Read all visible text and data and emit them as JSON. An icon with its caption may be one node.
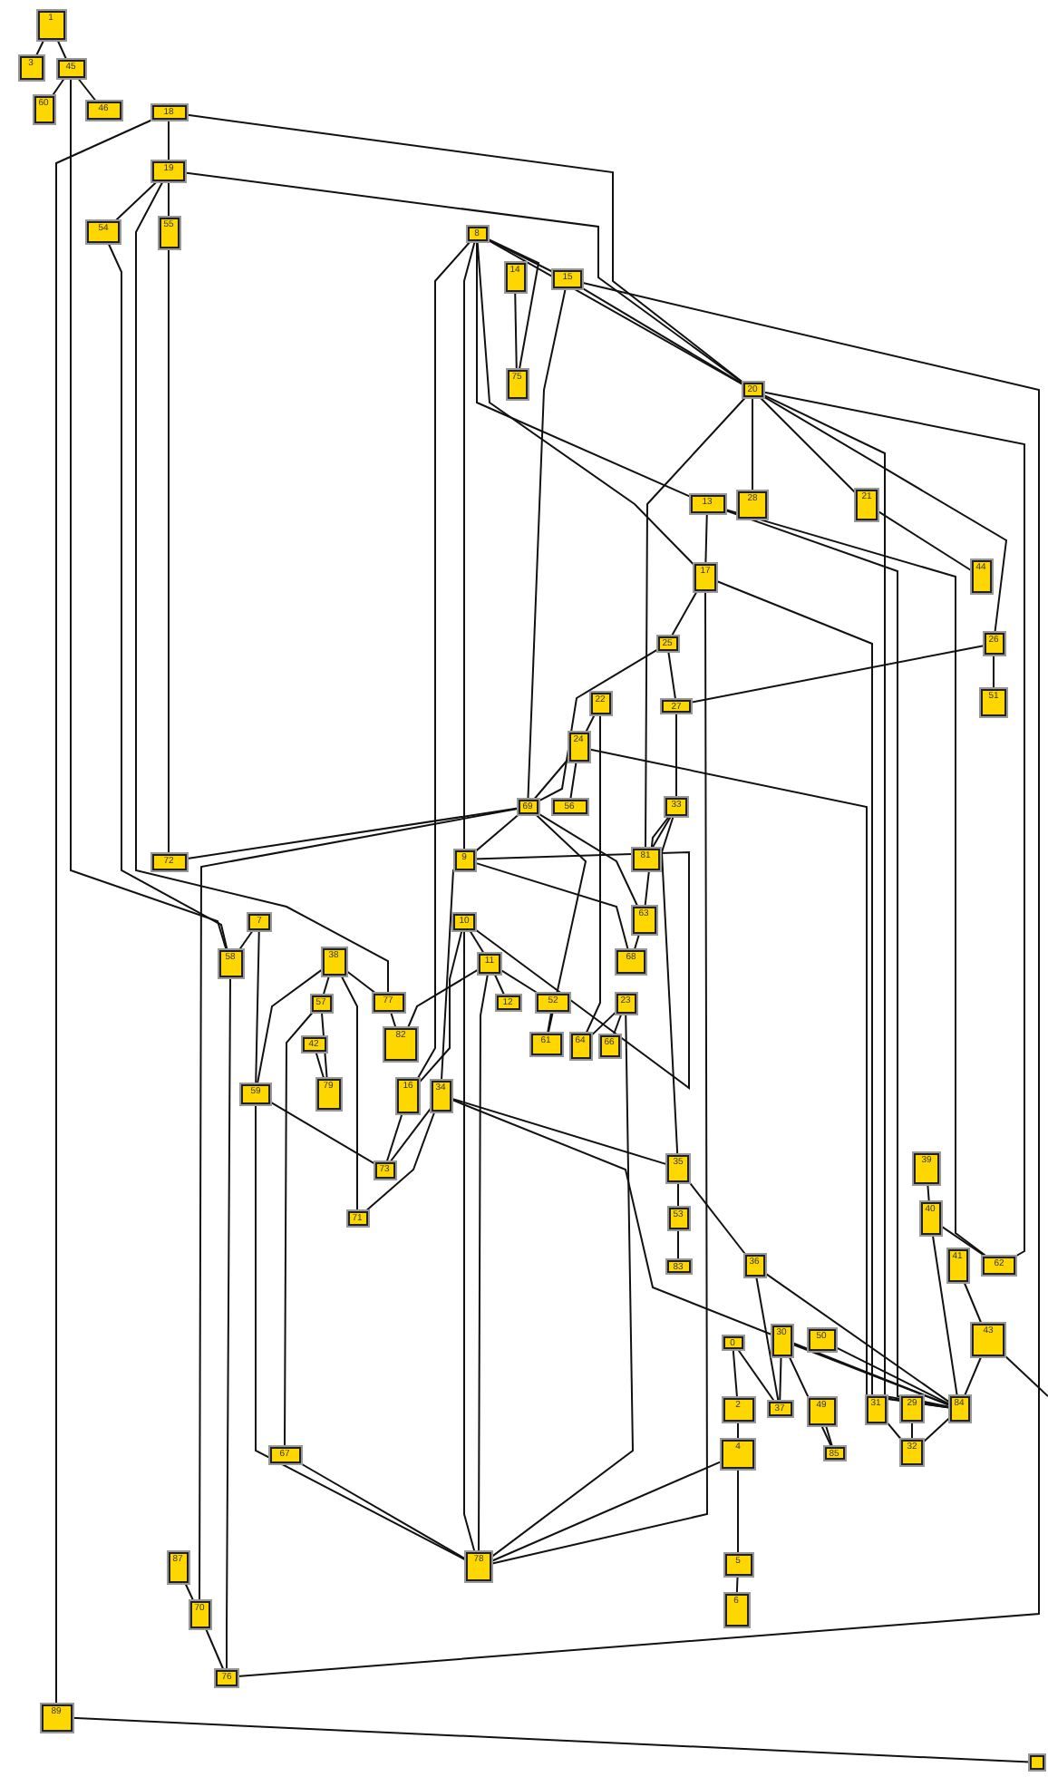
{
  "diagram": {
    "nodes": [
      {
        "text": [
          "1"
        ]
      },
      {
        "text": [
          "3"
        ]
      },
      {
        "text": [
          "45"
        ]
      },
      {
        "text": [
          "60"
        ]
      },
      {
        "text": [
          "46"
        ]
      },
      {
        "text": [
          "18"
        ]
      },
      {
        "text": [
          "19"
        ]
      },
      {
        "text": [
          "54"
        ]
      },
      {
        "text": [
          "55"
        ]
      },
      {
        "text": [
          "8"
        ]
      },
      {
        "text": [
          "14"
        ]
      },
      {
        "text": [
          "15"
        ]
      },
      {
        "text": [
          "75"
        ]
      },
      {
        "text": [
          "20"
        ]
      },
      {
        "text": [
          "13"
        ]
      },
      {
        "text": [
          "28"
        ]
      },
      {
        "text": [
          "21"
        ]
      },
      {
        "text": [
          "17"
        ]
      },
      {
        "text": [
          "44"
        ]
      },
      {
        "text": [
          "25"
        ]
      },
      {
        "text": [
          "26"
        ]
      },
      {
        "text": [
          "22"
        ]
      },
      {
        "text": [
          "27"
        ]
      },
      {
        "text": [
          "51"
        ]
      },
      {
        "text": [
          "24"
        ]
      },
      {
        "text": [
          "69"
        ]
      },
      {
        "text": [
          "56"
        ]
      },
      {
        "text": [
          "33"
        ]
      },
      {
        "text": [
          "9"
        ]
      },
      {
        "text": [
          "72"
        ]
      },
      {
        "text": [
          "81"
        ]
      },
      {
        "text": [
          "63"
        ]
      },
      {
        "text": [
          "7"
        ]
      },
      {
        "text": [
          "10"
        ]
      },
      {
        "text": [
          "58"
        ]
      },
      {
        "text": [
          "38"
        ]
      },
      {
        "text": [
          "11"
        ]
      },
      {
        "text": [
          "68"
        ]
      },
      {
        "text": [
          "57"
        ]
      },
      {
        "text": [
          "77"
        ]
      },
      {
        "text": [
          "12"
        ]
      },
      {
        "text": [
          "52"
        ]
      },
      {
        "text": [
          "23"
        ]
      },
      {
        "text": [
          "42"
        ]
      },
      {
        "text": [
          "82"
        ]
      },
      {
        "text": [
          "61"
        ]
      },
      {
        "text": [
          "64"
        ]
      },
      {
        "text": [
          "66"
        ]
      },
      {
        "text": [
          "59"
        ]
      },
      {
        "text": [
          "79"
        ]
      },
      {
        "text": [
          "16"
        ]
      },
      {
        "text": [
          "34"
        ]
      },
      {
        "text": [
          "35"
        ]
      },
      {
        "text": [
          "39"
        ]
      },
      {
        "text": [
          "73"
        ]
      },
      {
        "text": [
          "71"
        ]
      },
      {
        "text": [
          "53"
        ]
      },
      {
        "text": [
          "40"
        ]
      },
      {
        "text": [
          "83"
        ]
      },
      {
        "text": [
          "36"
        ]
      },
      {
        "text": [
          "41"
        ]
      },
      {
        "text": [
          "62"
        ]
      },
      {
        "text": [
          "0"
        ]
      },
      {
        "text": [
          "30"
        ]
      },
      {
        "text": [
          "50"
        ]
      },
      {
        "text": [
          "43"
        ]
      },
      {
        "text": [
          "2"
        ]
      },
      {
        "text": [
          "37"
        ]
      },
      {
        "text": [
          "49"
        ]
      },
      {
        "text": [
          "31"
        ]
      },
      {
        "text": [
          "29"
        ]
      },
      {
        "text": [
          "84"
        ]
      },
      {
        "text": [
          "85"
        ]
      },
      {
        "text": [
          "67"
        ]
      },
      {
        "text": [
          "4"
        ]
      },
      {
        "text": [
          "32"
        ]
      },
      {
        "text": [
          "87"
        ]
      },
      {
        "text": [
          "5"
        ]
      },
      {
        "text": [
          "78"
        ]
      },
      {
        "text": [
          "6"
        ]
      },
      {
        "text": [
          "70"
        ]
      },
      {
        "text": [
          "76"
        ]
      },
      {
        "text": [
          "89"
        ]
      },
      {
        "text": [],
        "shape": "box"
      }
    ],
    "edges": [
      {
        "from": 0,
        "to": 1,
        "arrow": "none"
      },
      {
        "from": 0,
        "to": 2,
        "arrow": "none"
      },
      {
        "from": 2,
        "to": 3,
        "arrow": "none"
      },
      {
        "from": 2,
        "to": 4,
        "arrow": "none"
      },
      {
        "from": 2,
        "to": 34,
        "arrow": "none"
      },
      {
        "from": 5,
        "to": 6,
        "arrow": "none"
      },
      {
        "from": 5,
        "to": 82,
        "arrow": "none"
      },
      {
        "from": 5,
        "to": 13,
        "arrow": "none"
      },
      {
        "from": 6,
        "to": 7,
        "arrow": "none"
      },
      {
        "from": 6,
        "to": 8,
        "arrow": "none"
      },
      {
        "from": 6,
        "to": 13,
        "arrow": "none"
      },
      {
        "from": 6,
        "to": 39,
        "arrow": "none"
      },
      {
        "from": 7,
        "to": 34,
        "arrow": "none"
      },
      {
        "from": 8,
        "to": 29,
        "arrow": "none"
      },
      {
        "from": 9,
        "to": 11,
        "arrow": "none"
      },
      {
        "from": 9,
        "to": 13,
        "arrow": "none"
      },
      {
        "from": 9,
        "to": 12,
        "arrow": "none"
      },
      {
        "from": 9,
        "to": 28,
        "arrow": "none"
      },
      {
        "from": 9,
        "to": 50,
        "arrow": "none"
      },
      {
        "from": 9,
        "to": 14,
        "arrow": "none"
      },
      {
        "from": 9,
        "to": 17,
        "arrow": "none"
      },
      {
        "from": 10,
        "to": 12,
        "arrow": "none"
      },
      {
        "from": 11,
        "to": 13,
        "arrow": "none"
      },
      {
        "from": 11,
        "to": 25,
        "arrow": "none"
      },
      {
        "from": 11,
        "to": 81,
        "arrow": "none"
      },
      {
        "from": 13,
        "to": 15,
        "arrow": "none"
      },
      {
        "from": 13,
        "to": 16,
        "arrow": "none"
      },
      {
        "from": 13,
        "to": 20,
        "arrow": "none"
      },
      {
        "from": 13,
        "to": 61,
        "arrow": "none"
      },
      {
        "from": 13,
        "to": 71,
        "arrow": "none"
      },
      {
        "from": 13,
        "to": 30,
        "arrow": "none"
      },
      {
        "from": 14,
        "to": 17,
        "arrow": "none"
      },
      {
        "from": 14,
        "to": 71,
        "arrow": "none"
      },
      {
        "from": 14,
        "to": 61,
        "arrow": "none"
      },
      {
        "from": 16,
        "to": 18,
        "arrow": "none"
      },
      {
        "from": 17,
        "to": 19,
        "arrow": "none"
      },
      {
        "from": 17,
        "to": 78,
        "arrow": "none"
      },
      {
        "from": 17,
        "to": 71,
        "arrow": "none"
      },
      {
        "from": 19,
        "to": 22,
        "arrow": "none"
      },
      {
        "from": 19,
        "to": 25,
        "arrow": "none"
      },
      {
        "from": 20,
        "to": 23,
        "arrow": "none"
      },
      {
        "from": 20,
        "to": 22,
        "arrow": "none"
      },
      {
        "from": 22,
        "to": 27,
        "arrow": "none"
      },
      {
        "from": 21,
        "to": 24,
        "arrow": "none"
      },
      {
        "from": 21,
        "to": 46,
        "arrow": "none"
      },
      {
        "from": 24,
        "to": 25,
        "arrow": "none"
      },
      {
        "from": 24,
        "to": 26,
        "arrow": "none"
      },
      {
        "from": 24,
        "to": 71,
        "arrow": "none"
      },
      {
        "from": 25,
        "to": 29,
        "arrow": "none"
      },
      {
        "from": 25,
        "to": 80,
        "arrow": "none"
      },
      {
        "from": 25,
        "to": 31,
        "arrow": "none"
      },
      {
        "from": 25,
        "to": 45,
        "arrow": "none"
      },
      {
        "from": 25,
        "to": 51,
        "arrow": "none"
      },
      {
        "from": 27,
        "to": 30,
        "arrow": "none"
      },
      {
        "from": 27,
        "to": 31,
        "arrow": "none"
      },
      {
        "from": 27,
        "to": 52,
        "arrow": "none"
      },
      {
        "from": 28,
        "to": 33,
        "arrow": "none"
      },
      {
        "from": 28,
        "to": 37,
        "arrow": "none"
      },
      {
        "from": 31,
        "to": 37,
        "arrow": "none"
      },
      {
        "from": 32,
        "to": 34,
        "arrow": "none"
      },
      {
        "from": 32,
        "to": 48,
        "arrow": "none"
      },
      {
        "from": 33,
        "to": 36,
        "arrow": "none"
      },
      {
        "from": 33,
        "to": 50,
        "arrow": "none"
      },
      {
        "from": 33,
        "to": 78,
        "arrow": "none"
      },
      {
        "from": 34,
        "to": 81,
        "arrow": "none"
      },
      {
        "from": 35,
        "to": 48,
        "arrow": "none"
      },
      {
        "from": 35,
        "to": 38,
        "arrow": "none"
      },
      {
        "from": 35,
        "to": 39,
        "arrow": "none"
      },
      {
        "from": 35,
        "to": 55,
        "arrow": "none"
      },
      {
        "from": 36,
        "to": 44,
        "arrow": "none"
      },
      {
        "from": 36,
        "to": 40,
        "arrow": "none"
      },
      {
        "from": 36,
        "to": 41,
        "arrow": "none"
      },
      {
        "from": 36,
        "to": 78,
        "arrow": "none"
      },
      {
        "from": 38,
        "to": 49,
        "arrow": "none"
      },
      {
        "from": 38,
        "to": 73,
        "arrow": "none"
      },
      {
        "from": 43,
        "to": 49,
        "arrow": "none"
      },
      {
        "from": 39,
        "to": 44,
        "arrow": "none"
      },
      {
        "from": 42,
        "to": 46,
        "arrow": "none"
      },
      {
        "from": 42,
        "to": 47,
        "arrow": "none"
      },
      {
        "from": 42,
        "to": 78,
        "arrow": "none"
      },
      {
        "from": 48,
        "to": 54,
        "arrow": "none"
      },
      {
        "from": 48,
        "to": 78,
        "arrow": "none"
      },
      {
        "from": 50,
        "to": 54,
        "arrow": "none"
      },
      {
        "from": 51,
        "to": 54,
        "arrow": "none"
      },
      {
        "from": 51,
        "to": 55,
        "arrow": "none"
      },
      {
        "from": 51,
        "to": 52,
        "arrow": "none"
      },
      {
        "from": 51,
        "to": 71,
        "arrow": "none"
      },
      {
        "from": 52,
        "to": 56,
        "arrow": "none"
      },
      {
        "from": 52,
        "to": 59,
        "arrow": "none"
      },
      {
        "from": 56,
        "to": 58,
        "arrow": "none"
      },
      {
        "from": 53,
        "to": 57,
        "arrow": "none"
      },
      {
        "from": 57,
        "to": 71,
        "arrow": "none"
      },
      {
        "from": 57,
        "to": 61,
        "arrow": "none"
      },
      {
        "from": 59,
        "to": 67,
        "arrow": "none"
      },
      {
        "from": 59,
        "to": 71,
        "arrow": "none"
      },
      {
        "from": 60,
        "to": 65,
        "arrow": "none"
      },
      {
        "from": 62,
        "to": 66,
        "arrow": "none"
      },
      {
        "from": 62,
        "to": 67,
        "arrow": "none"
      },
      {
        "from": 63,
        "to": 67,
        "arrow": "none"
      },
      {
        "from": 63,
        "to": 71,
        "arrow": "none"
      },
      {
        "from": 63,
        "to": 72,
        "arrow": "none"
      },
      {
        "from": 68,
        "to": 72,
        "arrow": "none"
      },
      {
        "from": 64,
        "to": 71,
        "arrow": "none"
      },
      {
        "from": 65,
        "to": 71,
        "arrow": "none"
      },
      {
        "from": 65,
        "to": null,
        "arrow": "none"
      },
      {
        "from": 69,
        "to": 75,
        "arrow": "none"
      },
      {
        "from": 70,
        "to": 75,
        "arrow": "none"
      },
      {
        "from": 71,
        "to": 75,
        "arrow": "none"
      },
      {
        "from": 66,
        "to": 74,
        "arrow": "none"
      },
      {
        "from": 74,
        "to": 78,
        "arrow": "none"
      },
      {
        "from": 74,
        "to": 77,
        "arrow": "none"
      },
      {
        "from": 77,
        "to": 79,
        "arrow": "none"
      },
      {
        "from": 73,
        "to": 78,
        "arrow": "none"
      },
      {
        "from": 76,
        "to": 80,
        "arrow": "none"
      },
      {
        "from": 80,
        "to": 81,
        "arrow": "none"
      },
      {
        "from": 82,
        "to": 83,
        "arrow": "none"
      },
      {
        "from": 41,
        "to": 45,
        "arrow": "none"
      }
    ]
  }
}
